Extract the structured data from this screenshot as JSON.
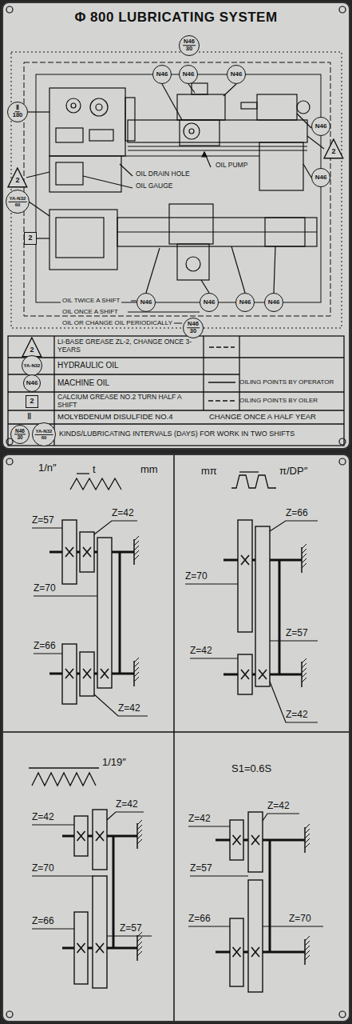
{
  "diagram": {
    "title": "Φ 800 LUBRICATING SYSTEM",
    "nodes": [
      {
        "text": [
          "N46",
          "30"
        ]
      },
      {
        "text": [
          "N46"
        ]
      },
      {
        "text": [
          "N46"
        ]
      },
      {
        "text": [
          "N46"
        ]
      },
      {
        "text": [
          "Ⅱ",
          "180"
        ]
      },
      {
        "text": [
          "N46"
        ]
      },
      {
        "text": [
          "2"
        ]
      },
      {
        "text": [
          "2"
        ]
      },
      {
        "text": [
          "N46"
        ]
      },
      {
        "text": [
          "YA-N32",
          "60"
        ]
      },
      {
        "text": [
          "2"
        ]
      },
      {
        "text": [
          "N46"
        ]
      },
      {
        "text": [
          "N46"
        ]
      },
      {
        "text": [
          "N46"
        ]
      },
      {
        "text": [
          "N46"
        ]
      },
      {
        "text": [
          "N46",
          "30"
        ]
      },
      {
        "text": [
          "2"
        ]
      },
      {
        "text": [
          "YA-N32"
        ]
      },
      {
        "text": [
          "N46"
        ]
      },
      {
        "text": [
          "2"
        ]
      },
      {
        "text": [
          "N46",
          "30"
        ]
      },
      {
        "text": [
          "YA-N32",
          "60"
        ]
      }
    ],
    "labels": [
      "OIL DRAIN HOLE",
      "OIL GAUGE",
      "OIL PUMP",
      "OIL TWICE A SHIFT",
      "OIL ONCE A SHIFT",
      "OIL OR CHANGE OIL PERIODICALLY",
      "LI-BASE GREASE ZL-2, CHANGE ONCE 3-YEARS",
      "HYDRAULIC OIL",
      "MACHINE OIL",
      "CALCIUM GREASE NO.2 TURN HALF A SHIFT",
      "Ⅱ",
      "MOLYBDENUM DISULFIDE NO.4",
      "CHANGE ONCE A HALF YEAR",
      "KINDS/LUBRICATING INTERVALS (DAYS) FOR WORK IN TWO SHIFTS",
      "1/n″",
      "t",
      "mm",
      "Z=57",
      "Z=42",
      "Z=70",
      "Z=66",
      "Z=42",
      "mπ",
      "π/DP″",
      "Z=66",
      "Z=70",
      "Z=57",
      "Z=42",
      "Z=42",
      "1/19″",
      "Z=42",
      "Z=42",
      "Z=70",
      "Z=66",
      "Z=57",
      "S1=0.6S",
      "Z=42",
      "Z=42",
      "Z=57",
      "Z=70",
      "Z=66"
    ],
    "legend": [
      {
        "text": "OILING POINTS BY OPERATOR"
      },
      {
        "text": "OILING POINTS BY OILER"
      }
    ]
  }
}
